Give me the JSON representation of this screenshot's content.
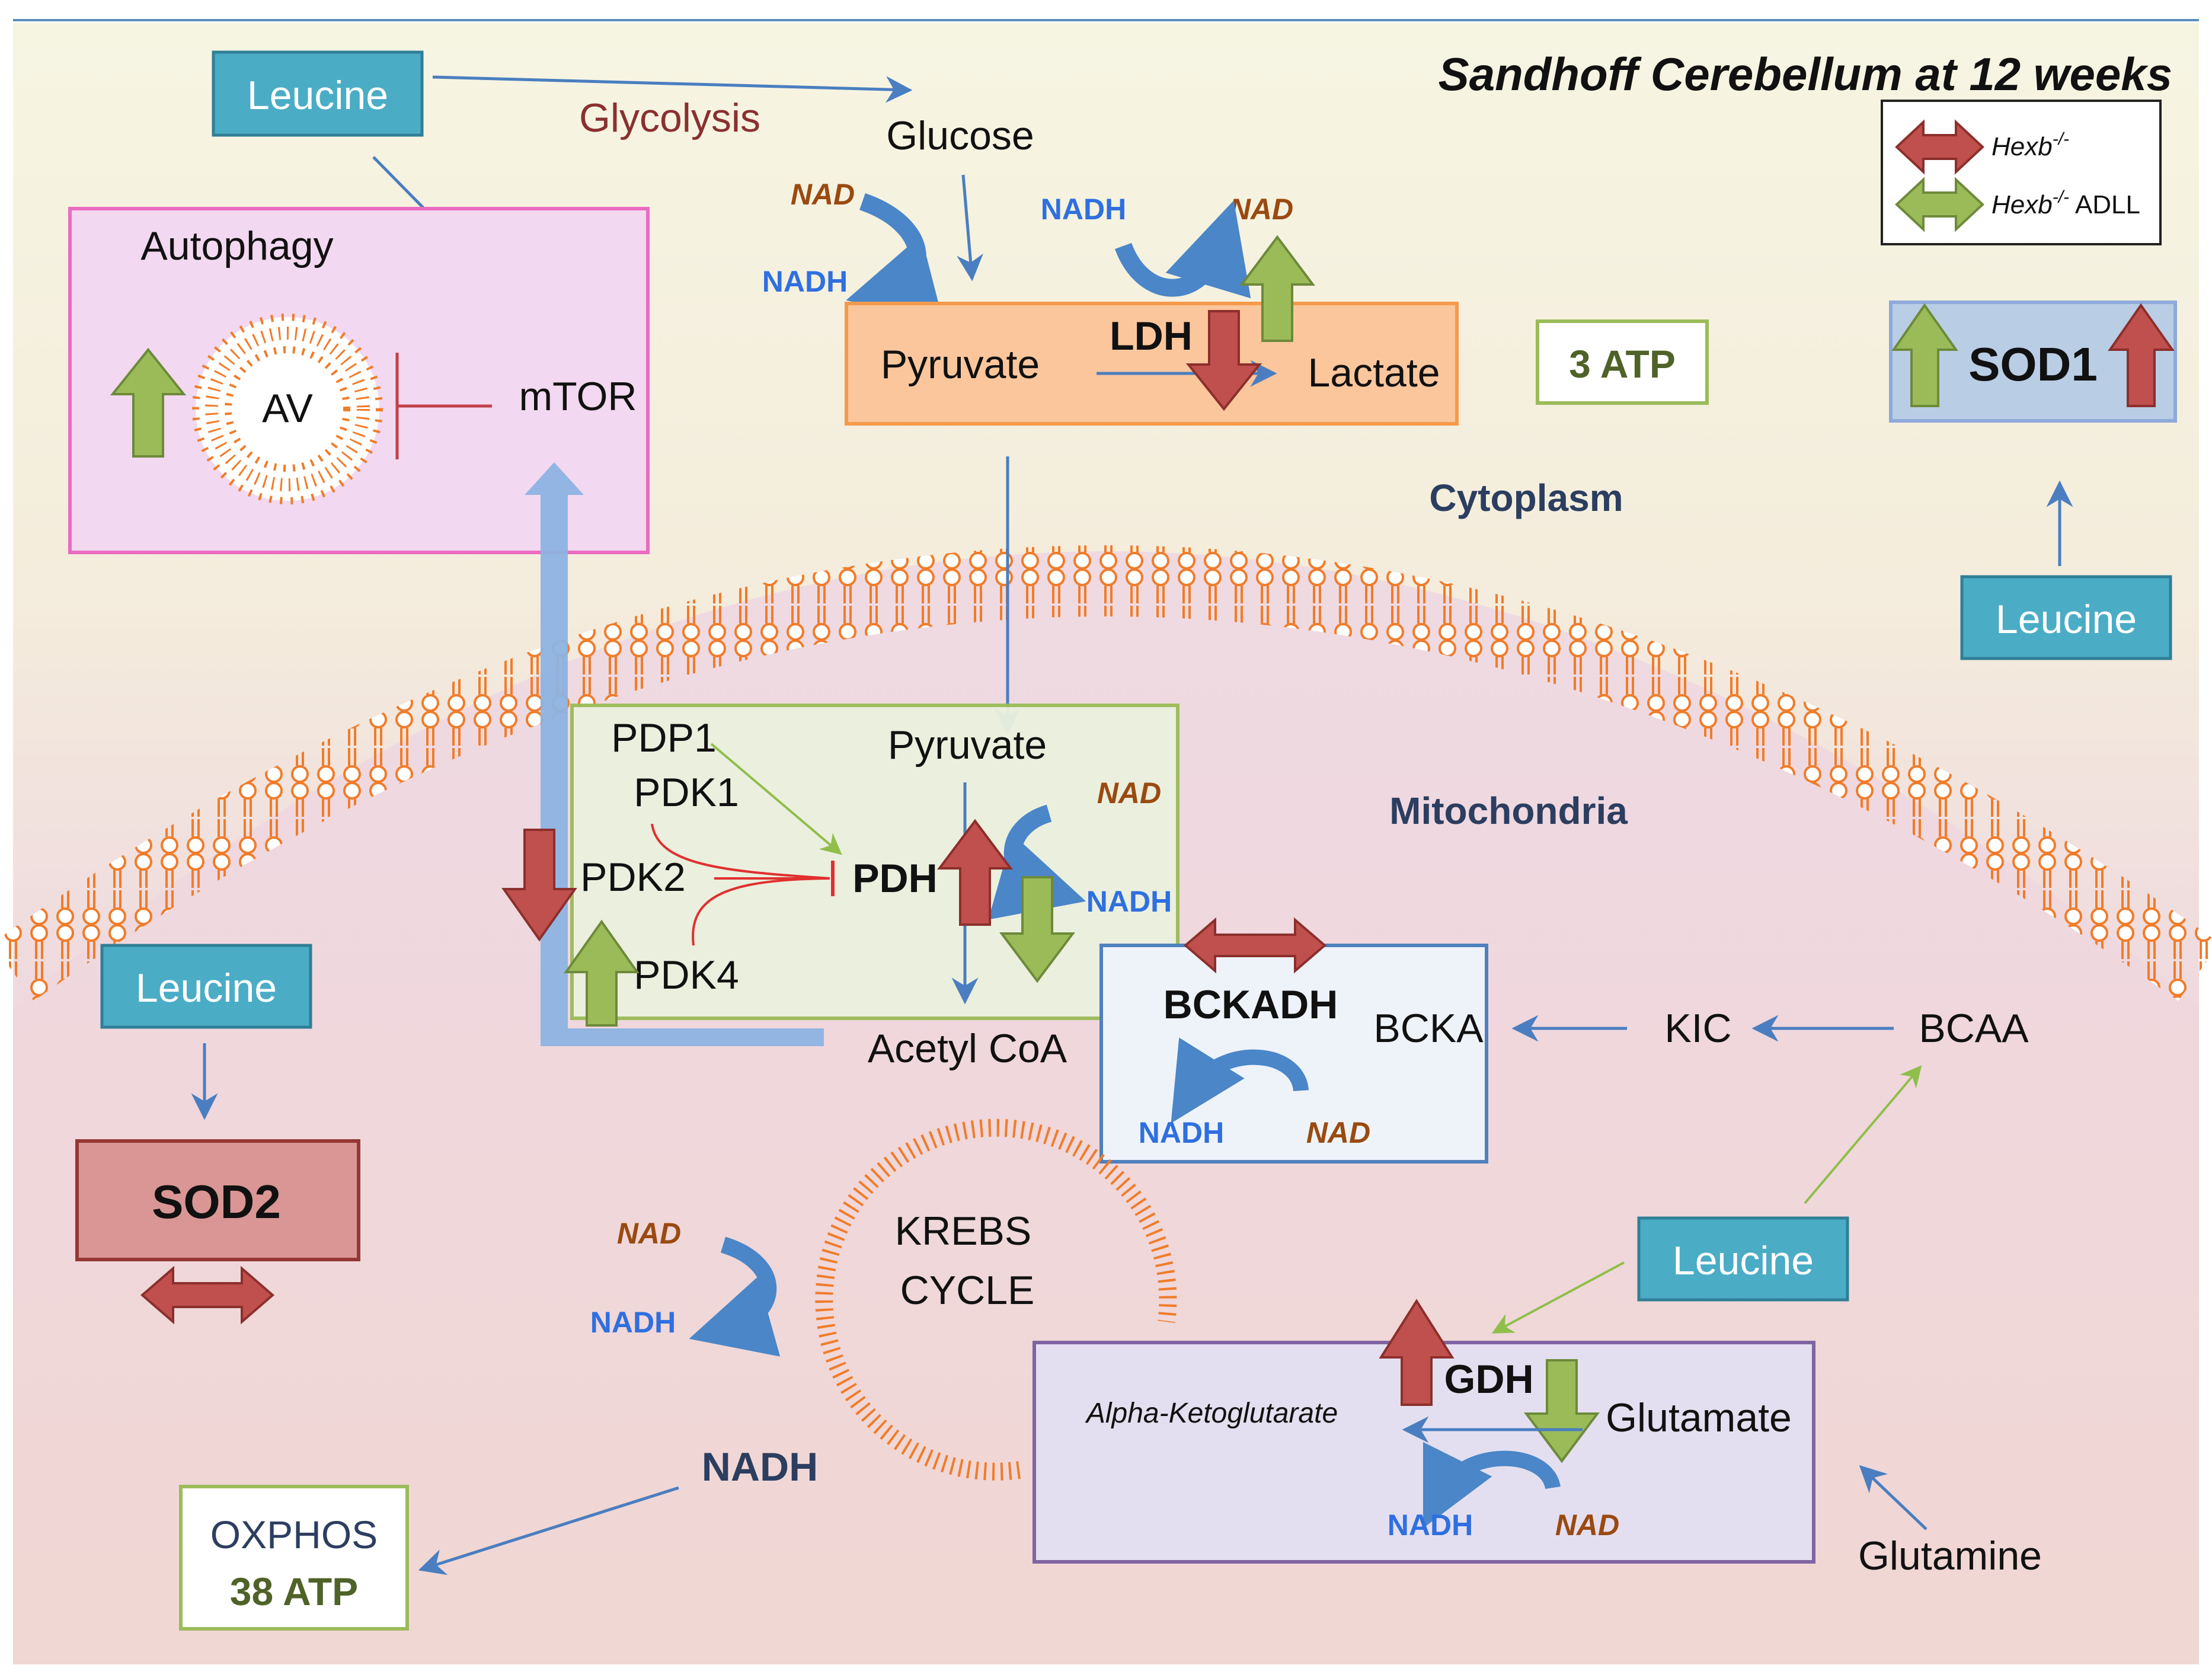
{
  "title": "Sandhoff Cerebellum at 12 weeks",
  "legend": {
    "items": [
      {
        "label": "Hexb",
        "superscript": "-/-",
        "suffix": "",
        "color": "#c0504d"
      },
      {
        "label": "Hexb",
        "superscript": "-/-",
        "suffix": " ADLL",
        "color": "#9bbb59"
      }
    ]
  },
  "sections": {
    "cytoplasm": "Cytoplasm",
    "mitochondria": "Mitochondria"
  },
  "cytoplasm": {
    "leucine_top": "Leucine",
    "glycolysis": "Glycolysis",
    "glucose": "Glucose",
    "nad_glucose": "NAD",
    "nadh_glucose": "NADH",
    "nadh_ldh": "NADH",
    "nad_ldh": "NAD",
    "pyruvate": "Pyruvate",
    "ldh": "LDH",
    "lactate": "Lactate",
    "atp3": "3 ATP",
    "sod1": "SOD1",
    "leucine_right": "Leucine"
  },
  "autophagy": {
    "title": "Autophagy",
    "av": "AV",
    "mtor": "mTOR"
  },
  "mitochondria": {
    "pdp1": "PDP1",
    "pdk1": "PDK1",
    "pdk2": "PDK2",
    "pdk4": "PDK4",
    "pdh": "PDH",
    "pyruvate": "Pyruvate",
    "nad_pdh": "NAD",
    "nadh_pdh": "NADH",
    "acetyl_coa": "Acetyl CoA",
    "leucine_left": "Leucine",
    "sod2": "SOD2",
    "bckadh": "BCKADH",
    "bcka": "BCKA",
    "nadh_bckadh": "NADH",
    "nad_bckadh": "NAD",
    "kic": "KIC",
    "bcaa": "BCAA",
    "krebs_line1": "KREBS",
    "krebs_line2": "CYCLE",
    "nad_krebs": "NAD",
    "nadh_krebs": "NADH",
    "nadh_out": "NADH",
    "oxphos": "OXPHOS",
    "atp38": "38 ATP",
    "leucine_bottom": "Leucine",
    "gdh": "GDH",
    "akg": "Alpha-Ketoglutarate",
    "glutamate": "Glutamate",
    "nadh_gdh": "NADH",
    "nad_gdh": "NAD",
    "glutamine": "Glutamine"
  },
  "colors": {
    "up_down_red": "#c0504d",
    "up_down_green": "#9bbb59",
    "leucine_box": "#4bacc6",
    "arrow_blue": "#4a7ec0",
    "inhibition_red": "#e03030",
    "membrane": "#f07c2a"
  }
}
